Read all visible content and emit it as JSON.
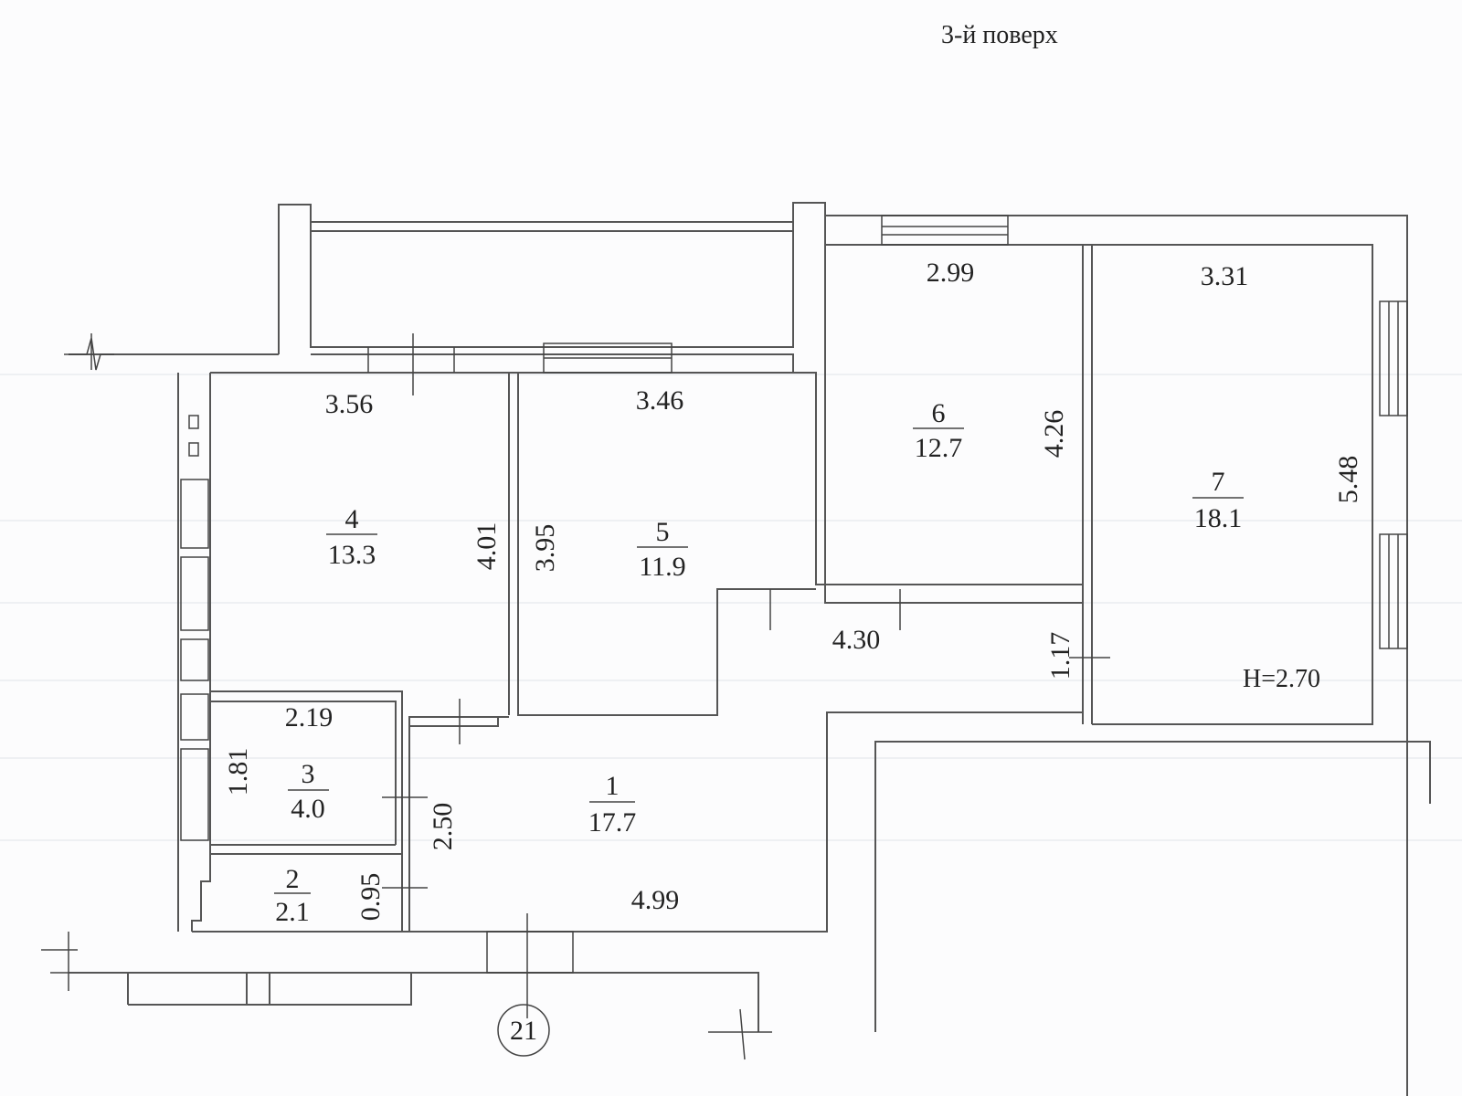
{
  "title": "3-й поверх",
  "ceiling_height": "H=2.70",
  "axis_marker": "21",
  "rooms": [
    {
      "number": "1",
      "area": "17.7"
    },
    {
      "number": "2",
      "area": "2.1"
    },
    {
      "number": "3",
      "area": "4.0"
    },
    {
      "number": "4",
      "area": "13.3"
    },
    {
      "number": "5",
      "area": "11.9"
    },
    {
      "number": "6",
      "area": "12.7"
    },
    {
      "number": "7",
      "area": "18.1"
    }
  ],
  "dimensions": {
    "r6_width": "2.99",
    "r7_width": "3.31",
    "r4_width": "3.56",
    "r5_width": "3.46",
    "r6_depth": "4.26",
    "r7_depth": "5.48",
    "r4_depth": "4.01",
    "r5_depth": "3.95",
    "corridor_width": "4.30",
    "corridor_depth": "1.17",
    "r3_width": "2.19",
    "r3_depth": "1.81",
    "hall_depth": "2.50",
    "r2_depth": "0.95",
    "hall_width": "4.99"
  }
}
